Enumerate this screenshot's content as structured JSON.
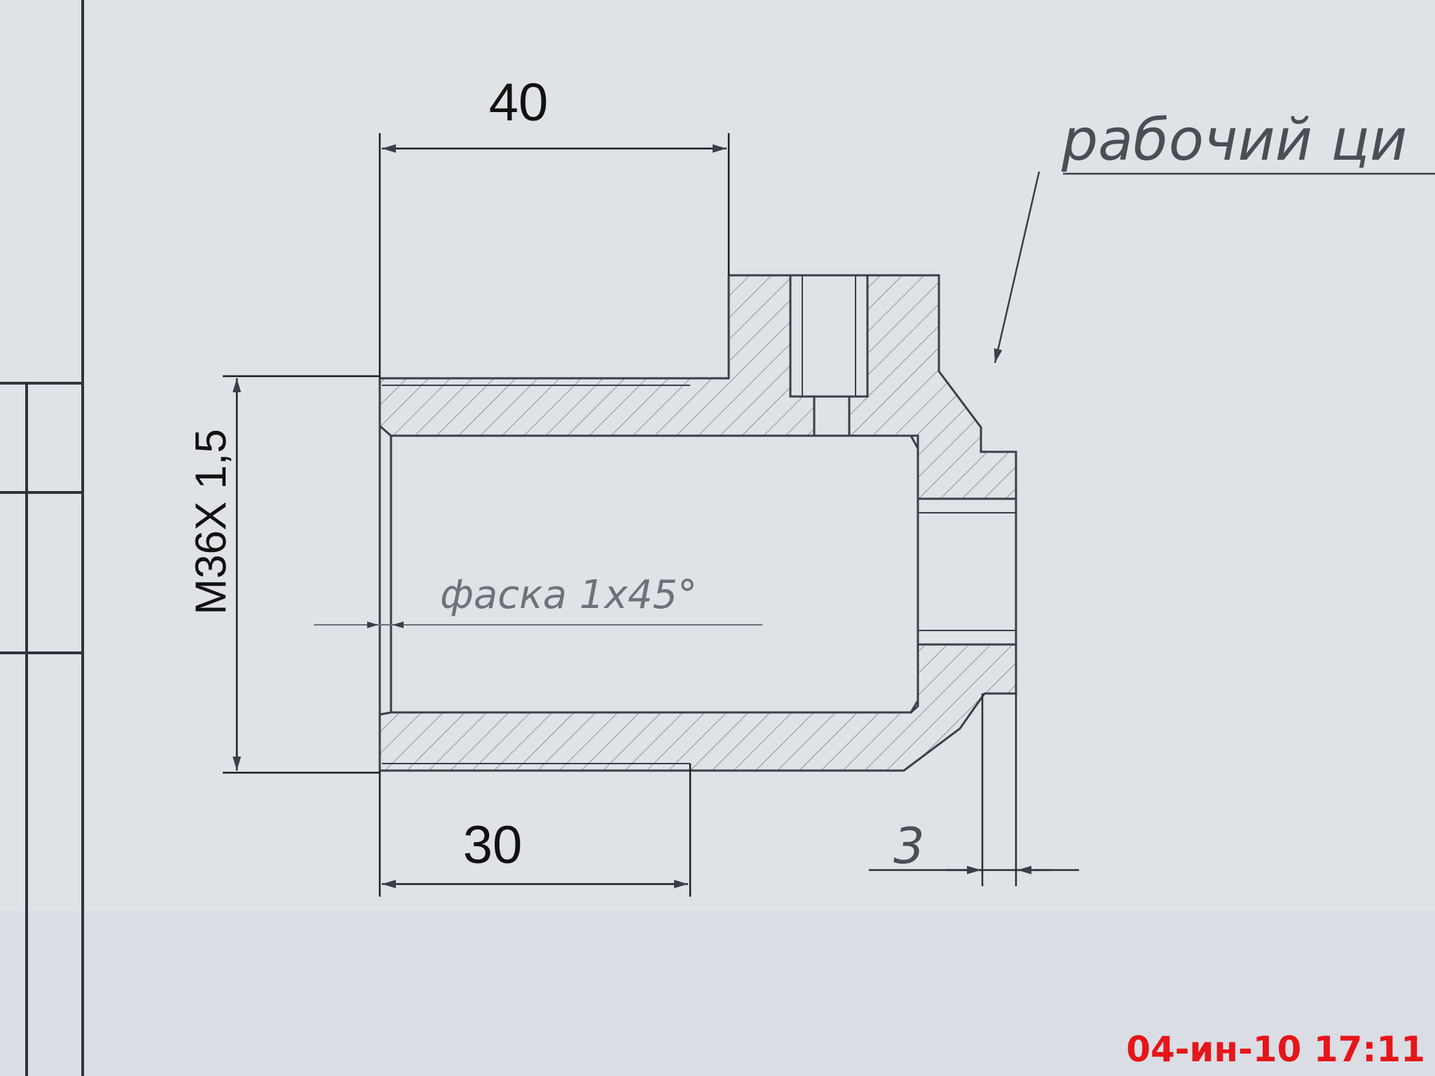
{
  "drawing": {
    "dim_top": "40",
    "dim_bottom": "30",
    "dim_left": "M36X 1,5",
    "dim_right": "3",
    "chamfer_note": "фаска 1x45°",
    "leader_label": "рабочий ци",
    "timestamp": "04-ин-10 17:11"
  },
  "colors": {
    "paper": "#dfe3e8",
    "line": "#3a3e46",
    "hatch": "#7a7f88",
    "stamp": "#e5151a"
  }
}
